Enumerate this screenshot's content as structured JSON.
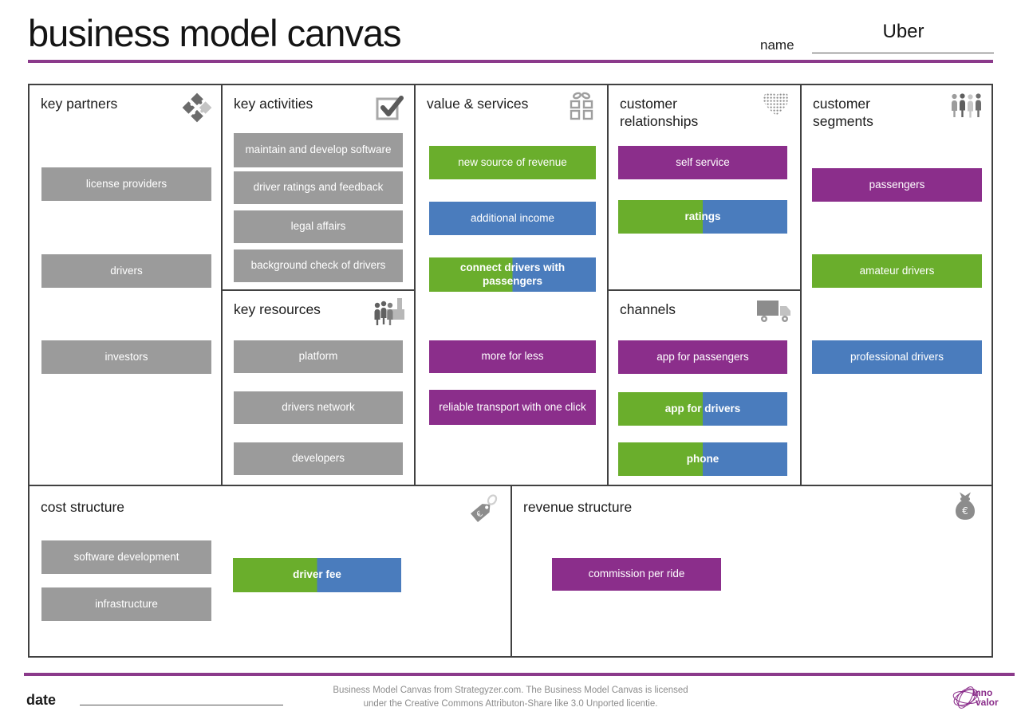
{
  "header": {
    "title": "business model canvas",
    "name_label": "name",
    "name_value": "Uber"
  },
  "canvas": {
    "key_partners": {
      "title": "key partners",
      "icon": "puzzle-icon",
      "items": [
        {
          "label": "license providers",
          "color": "gray"
        },
        {
          "label": "drivers",
          "color": "gray"
        },
        {
          "label": "investors",
          "color": "gray"
        }
      ]
    },
    "key_activities": {
      "title": "key activities",
      "icon": "checkbox-icon",
      "items": [
        {
          "label": "maintain and develop software",
          "color": "gray"
        },
        {
          "label": "driver ratings and feedback",
          "color": "gray"
        },
        {
          "label": "legal affairs",
          "color": "gray"
        },
        {
          "label": "background check of drivers",
          "color": "gray"
        }
      ]
    },
    "key_resources": {
      "title": "key resources",
      "icon": "people-factory-icon",
      "items": [
        {
          "label": "platform",
          "color": "gray"
        },
        {
          "label": "drivers network",
          "color": "gray"
        },
        {
          "label": "developers",
          "color": "gray"
        }
      ]
    },
    "value_services": {
      "title": "value & services",
      "icon": "gift-icon",
      "items": [
        {
          "label": "new source of revenue",
          "color": "green"
        },
        {
          "label": "additional income",
          "color": "blue"
        },
        {
          "label": "connect drivers with passengers",
          "color": "green-blue"
        },
        {
          "label": "more for less",
          "color": "purple"
        },
        {
          "label": "reliable transport with one click",
          "color": "purple"
        }
      ]
    },
    "customer_relationships": {
      "title": "customer relationships",
      "icon": "heart-people-icon",
      "items": [
        {
          "label": "self service",
          "color": "purple"
        },
        {
          "label": "ratings",
          "color": "green-blue"
        }
      ]
    },
    "channels": {
      "title": "channels",
      "icon": "truck-icon",
      "items": [
        {
          "label": "app for passengers",
          "color": "purple"
        },
        {
          "label": "app for drivers",
          "color": "green-blue"
        },
        {
          "label": "phone",
          "color": "green-blue"
        }
      ]
    },
    "customer_segments": {
      "title": "customer segments",
      "icon": "people-group-icon",
      "items": [
        {
          "label": "passengers",
          "color": "purple"
        },
        {
          "label": "amateur drivers",
          "color": "green"
        },
        {
          "label": "professional drivers",
          "color": "blue"
        }
      ]
    },
    "cost_structure": {
      "title": "cost structure",
      "icon": "price-tag-icon",
      "items": [
        {
          "label": "software development",
          "color": "gray"
        },
        {
          "label": "infrastructure",
          "color": "gray"
        },
        {
          "label": "driver fee",
          "color": "green-blue"
        }
      ]
    },
    "revenue_structure": {
      "title": "revenue structure",
      "icon": "money-bag-icon",
      "items": [
        {
          "label": "commission per ride",
          "color": "purple"
        }
      ]
    }
  },
  "footer": {
    "date_label": "date",
    "attribution_line1": "Business Model Canvas from Strategyzer.com. The Business Model Canvas is licensed",
    "attribution_line2": "under the Creative Commons Attributon-Share like 3.0 Unported licentie.",
    "logo_line1": "inno",
    "logo_line2": "valor"
  },
  "colors": {
    "purple": "#8b2e8b",
    "green": "#6aae2c",
    "blue": "#4a7cbd",
    "gray": "#9b9b9b",
    "accent_rule": "#8b3a8b"
  }
}
